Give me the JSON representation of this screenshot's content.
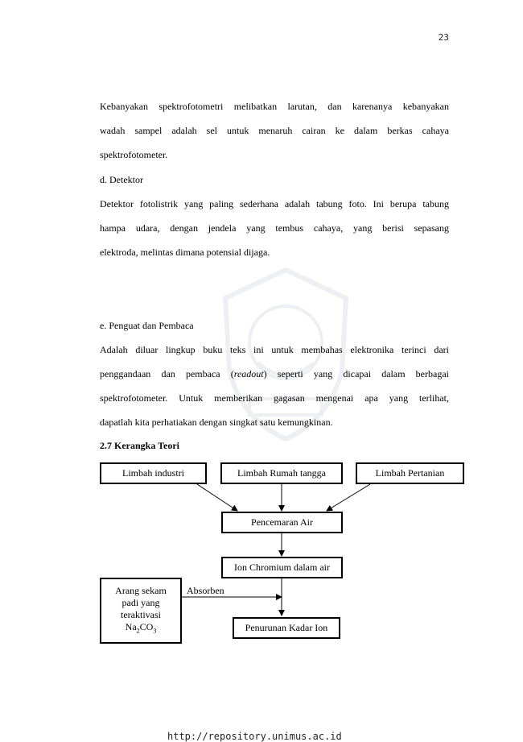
{
  "page_number": "23",
  "paragraph1": {
    "line1": "Kebanyakan spektrofotometri melibatkan larutan, dan karenanya kebanyakan",
    "line2": "wadah sampel adalah sel untuk menaruh cairan ke dalam berkas cahaya",
    "line3": "spektrofotometer."
  },
  "section_d": {
    "title": "d. Detektor",
    "line1": "Detektor fotolistrik yang paling sederhana adalah tabung foto. Ini berupa tabung",
    "line2": "hampa udara, dengan  jendela yang tembus cahaya, yang berisi sepasang",
    "line3": "elektroda, melintas dimana potensial dijaga."
  },
  "section_e": {
    "title": "e. Penguat dan Pembaca",
    "line1": "Adalah diluar lingkup buku teks ini untuk membahas elektronika terinci dari",
    "line2_before": "penggandaan dan pembaca (",
    "line2_italic": "readout",
    "line2_after": ") seperti yang dicapai dalam berbagai",
    "line3": "spektrofotometer. Untuk memberikan gagasan mengenai apa yang terlihat,",
    "line4": "dapatlah kita perhatiakan dengan singkat satu kemungkinan."
  },
  "section_27": {
    "title": "2.7  Kerangka Teori"
  },
  "diagram": {
    "box_industri": "Limbah industri",
    "box_rumah": "Limbah Rumah tangga",
    "box_pertanian": "Limbah Pertanian",
    "box_pencemaran": "Pencemaran Air",
    "box_ion": "Ion Chromium dalam  air",
    "box_arang_1": "Arang sekam",
    "box_arang_2": "padi yang",
    "box_arang_3": "teraktivasi",
    "box_arang_4_prefix": "Na",
    "box_arang_4_sub1": "2",
    "box_arang_4_mid": "CO",
    "box_arang_4_sub2": "3",
    "absorben_label": "Absorben",
    "box_penurunan": "Penurunan Kadar Ion"
  },
  "footer": {
    "url": "http://repository.unimus.ac.id"
  },
  "colors": {
    "text": "#000000",
    "watermark": "#7a8ca8"
  }
}
